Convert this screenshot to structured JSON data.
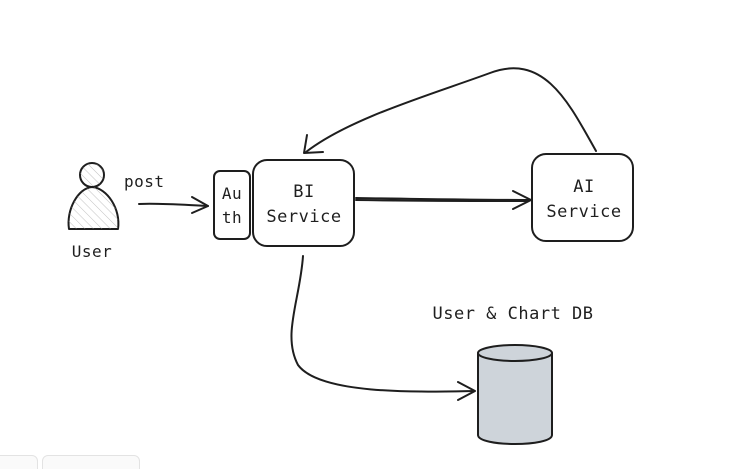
{
  "user": {
    "label": "User"
  },
  "edge_user_to_auth": {
    "label": "post"
  },
  "auth": {
    "label_line1": "Au",
    "label_line2": "th"
  },
  "bi_service": {
    "label_line1": "BI",
    "label_line2": "Service"
  },
  "ai_service": {
    "label_line1": "AI",
    "label_line2": "Service"
  },
  "database": {
    "label": "User & Chart DB",
    "fill": "#ced4da"
  },
  "colors": {
    "stroke": "#1e1e1e",
    "background": "#ffffff"
  }
}
